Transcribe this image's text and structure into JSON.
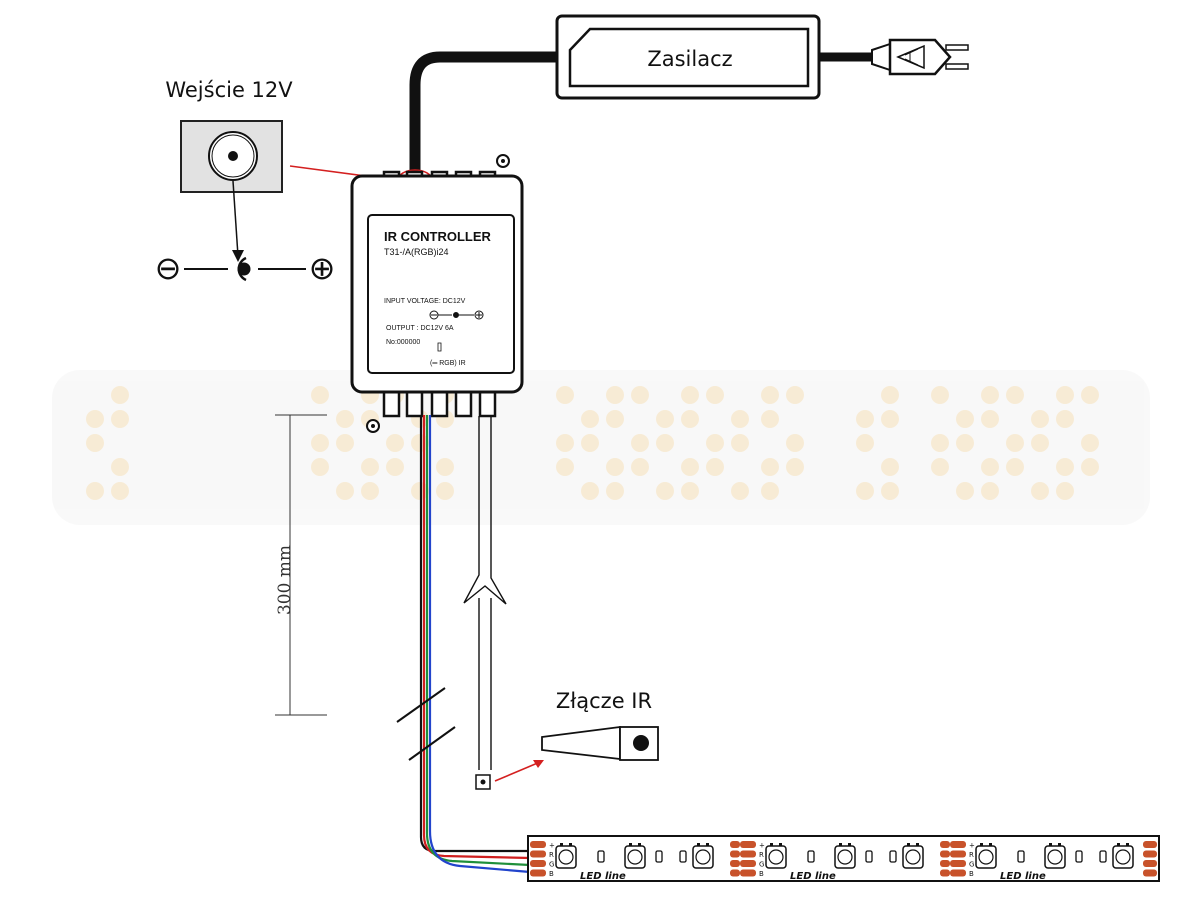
{
  "labels": {
    "power_supply": "Zasilacz",
    "input_12v": "Wejście 12V",
    "ir_connector": "Złącze IR",
    "dimension": "300 mm"
  },
  "controller": {
    "title": "IR CONTROLLER",
    "model": "T31-/A(RGB)i24",
    "input_voltage": "INPUT VOLTAGE: DC12V",
    "output": "OUTPUT : DC12V 6A",
    "serial": "No:000000",
    "ports": "(═ RGB) IR"
  },
  "polarity": {
    "minus": "⊖",
    "plus": "⊕"
  },
  "strip": {
    "brand": "LED line",
    "pins": [
      "+",
      "R",
      "G",
      "B"
    ]
  },
  "colors": {
    "line": "#111111",
    "annotation_red": "#d42020",
    "wire_red": "#d01f1f",
    "wire_green": "#1f8f3a",
    "wire_blue": "#2244cc",
    "pad": "#c8522a",
    "watermark": "#f3e2c4"
  }
}
